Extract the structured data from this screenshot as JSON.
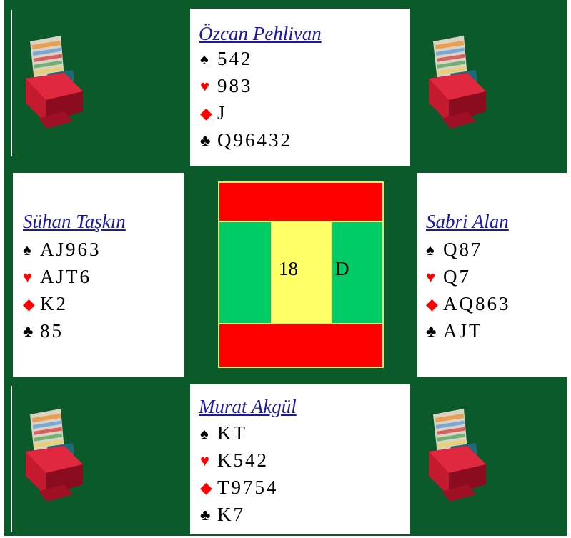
{
  "board": {
    "number": "18",
    "dealer": "D"
  },
  "north": {
    "name": "Özcan Pehlivan",
    "spades": "542",
    "hearts": "983",
    "diamonds": "J",
    "clubs": "Q96432"
  },
  "west": {
    "name": "Sühan Taşkın",
    "spades": "AJ963",
    "hearts": "AJT6",
    "diamonds": "K2",
    "clubs": "85"
  },
  "east": {
    "name": "Sabri Alan",
    "spades": "Q87",
    "hearts": "Q7",
    "diamonds": "AQ863",
    "clubs": "AJT"
  },
  "south": {
    "name": "Murat Akgül",
    "spades": "KT",
    "hearts": "K542",
    "diamonds": "T9754",
    "clubs": "K7"
  },
  "suits": {
    "spade": "♠",
    "heart": "♥",
    "diamond": "◆",
    "club": "♣"
  },
  "icons": {
    "corner": "bidding-box-icon"
  },
  "colors": {
    "felt": "#0b5a2a",
    "red_suit": "#ff0000",
    "name_link": "#1a1aa6",
    "compass_red": "#ff0000",
    "compass_green": "#00cc66",
    "compass_yellow": "#ffff66"
  }
}
